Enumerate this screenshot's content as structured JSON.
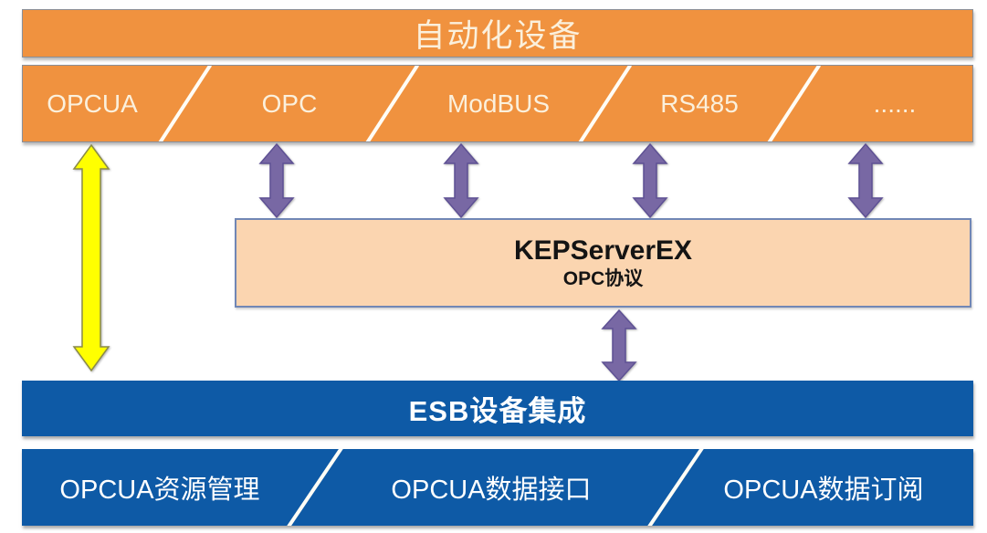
{
  "colors": {
    "orange": "#F0923F",
    "orange-border": "#8A8F98",
    "cream-text": "#FBF0DC",
    "white-text": "#FFFFFF",
    "kep-text": "#141414",
    "peach": "#FBD5B0",
    "peach-border": "#7187B5",
    "blue": "#0E5AA6",
    "purple": "#7868A4",
    "purple-border": "#5E5194",
    "yellow": "#FFFF00",
    "yellow-border": "#8B8B47",
    "separator": "#FFFDF6"
  },
  "device_layer": {
    "title": "自动化设备"
  },
  "protocol_layer": {
    "items": [
      {
        "label": "OPCUA"
      },
      {
        "label": "OPC"
      },
      {
        "label": "ModBUS"
      },
      {
        "label": "RS485"
      },
      {
        "label": "......"
      }
    ]
  },
  "kepserver": {
    "title": "KEPServerEX",
    "subtitle": "OPC协议"
  },
  "esb_layer": {
    "title": "ESB设备集成"
  },
  "service_layer": {
    "items": [
      {
        "label": "OPCUA资源管理"
      },
      {
        "label": "OPCUA数据接口"
      },
      {
        "label": "OPCUA数据订阅"
      }
    ]
  },
  "icons": {
    "bidirectional_arrow": "⇕"
  }
}
